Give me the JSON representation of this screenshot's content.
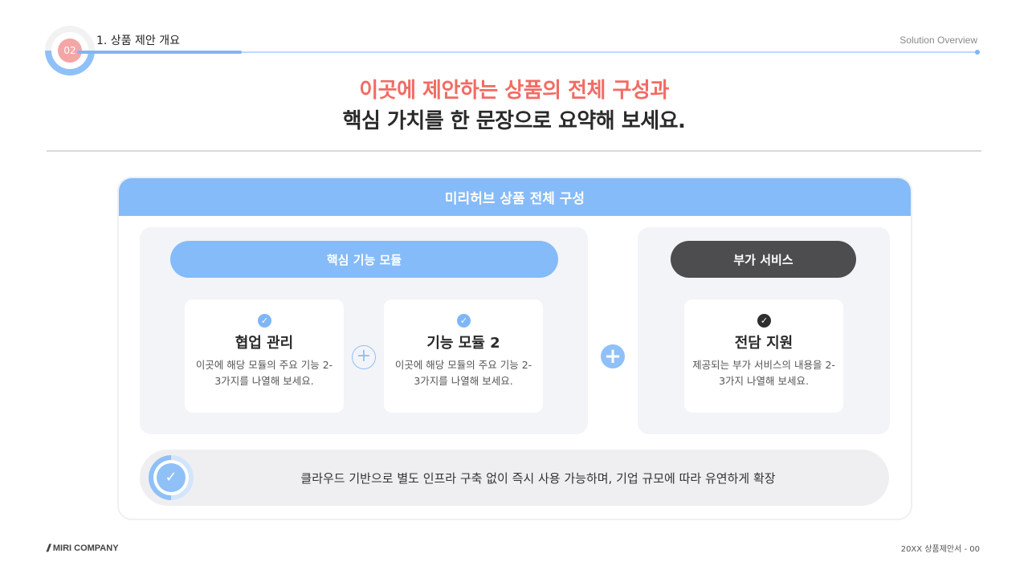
{
  "header": {
    "section_number": "02",
    "section_title": "1. 상품 제안 개요",
    "right_label": "Solution Overview"
  },
  "headline": {
    "line1": "이곳에 제안하는 상품의 전체 구성과",
    "line2": "핵심 가치를 한 문장으로 요약해 보세요."
  },
  "panel": {
    "title": "미리허브 상품 전체 구성",
    "core": {
      "label": "핵심 기능 모듈",
      "cards": [
        {
          "title": "협업 관리",
          "desc": "이곳에 해당 모듈의 주요 기능 2-3가지를 나열해 보세요."
        },
        {
          "title": "기능 모듈 2",
          "desc": "이곳에 해당 모듈의 주요 기능 2-3가지를 나열해 보세요."
        }
      ]
    },
    "extra": {
      "label": "부가 서비스",
      "card": {
        "title": "전담 지원",
        "desc": "제공되는 부가 서비스의 내용을 2-3가지 나열해 보세요."
      }
    },
    "summary": "클라우드 기반으로 별도 인프라 구축 없이 즉시 사용 가능하며, 기업 규모에 따라 유연하게 확장"
  },
  "footer": {
    "company": "MIRI COMPANY",
    "doc": "20XX 상품제안서 - 00"
  },
  "colors": {
    "accent_blue": "#85bbf8",
    "accent_red": "#f26b63",
    "dark": "#4d4d4f"
  },
  "icons": [
    "check-icon",
    "plus-icon",
    "check-circle-icon",
    "logo-mark-icon"
  ]
}
